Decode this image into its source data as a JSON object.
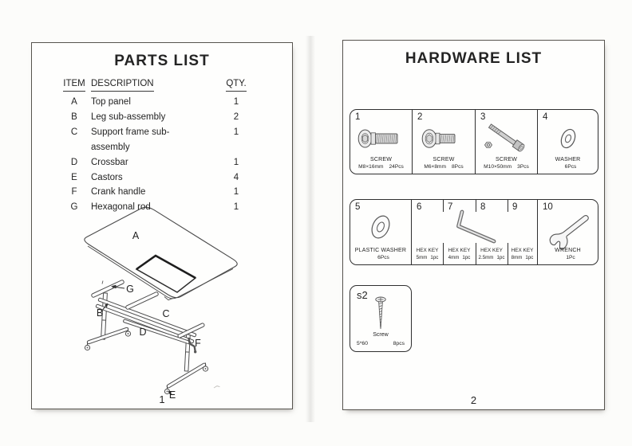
{
  "page1": {
    "title": "PARTS LIST",
    "page_number": "1",
    "table": {
      "headers": [
        "ITEM",
        "DESCRIPTION",
        "QTY."
      ],
      "rows": [
        {
          "item": "A",
          "description": "Top panel",
          "qty": "1"
        },
        {
          "item": "B",
          "description": "Leg sub-assembly",
          "qty": "2"
        },
        {
          "item": "C",
          "description": "Support frame sub-assembly",
          "qty": "1"
        },
        {
          "item": "D",
          "description": "Crossbar",
          "qty": "1"
        },
        {
          "item": "E",
          "description": "Castors",
          "qty": "4"
        },
        {
          "item": "F",
          "description": "Crank handle",
          "qty": "1"
        },
        {
          "item": "G",
          "description": "Hexagonal rod",
          "qty": "1"
        }
      ]
    },
    "diagram": {
      "a": "A",
      "b": "B",
      "c": "C",
      "d": "D",
      "e": "E",
      "f": "F",
      "g": "G"
    }
  },
  "page2": {
    "title": "HARDWARE LIST",
    "page_number": "2",
    "hardware": [
      {
        "num": "1",
        "name": "SCREW",
        "spec": "M8×16mm",
        "count": "24Pcs"
      },
      {
        "num": "2",
        "name": "SCREW",
        "spec": "M6×8mm",
        "count": "8Pcs"
      },
      {
        "num": "3",
        "name": "SCREW",
        "spec": "M10×50mm",
        "count": "3Pcs"
      },
      {
        "num": "4",
        "name": "WASHER",
        "spec": "",
        "count": "6Pcs"
      },
      {
        "num": "5",
        "name": "PLASTIC WASHER",
        "spec": "",
        "count": "6Pcs"
      },
      {
        "num": "6",
        "name": "HEX KEY",
        "spec": "5mm",
        "count": "1pc"
      },
      {
        "num": "7",
        "name": "HEX KEY",
        "spec": "4mm",
        "count": "1pc"
      },
      {
        "num": "8",
        "name": "HEX KEY",
        "spec": "2.5mm",
        "count": "1pc"
      },
      {
        "num": "9",
        "name": "HEX KEY",
        "spec": "8mm",
        "count": "1pc"
      },
      {
        "num": "10",
        "name": "WRENCH",
        "spec": "",
        "count": "1Pc"
      }
    ],
    "extra": {
      "num": "s2",
      "name": "Screw",
      "spec": "5*60",
      "count": "8pcs"
    }
  }
}
